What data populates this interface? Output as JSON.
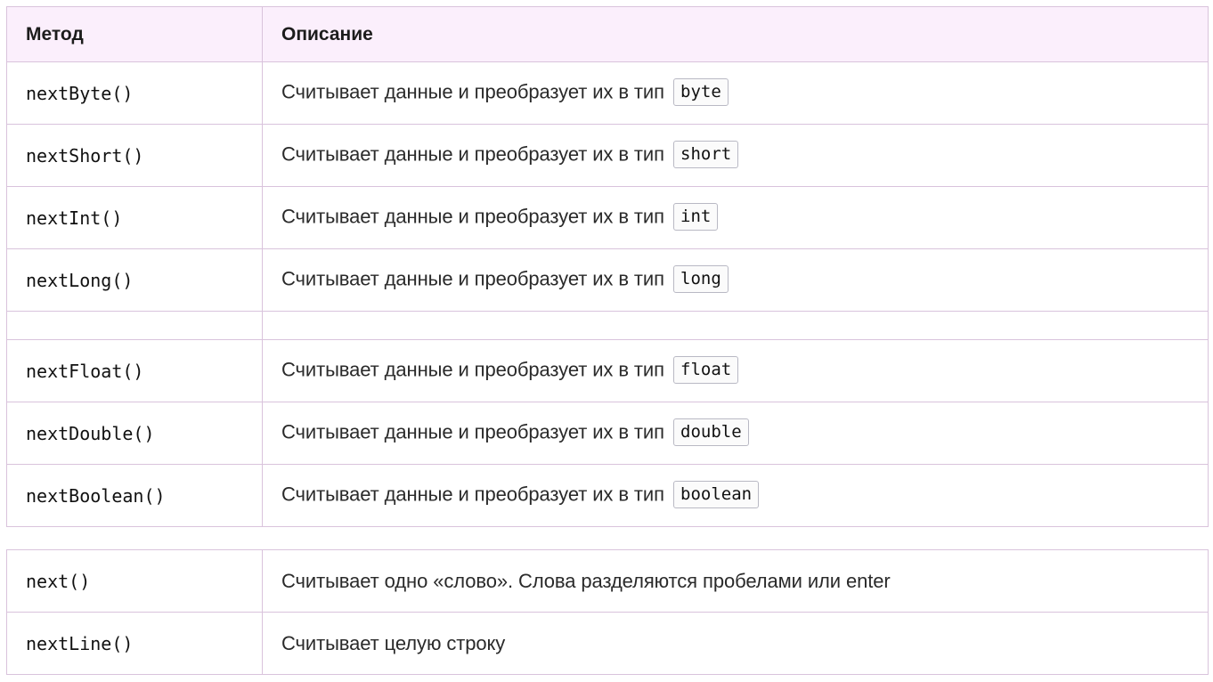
{
  "header": {
    "method_label": "Метод",
    "description_label": "Описание"
  },
  "rows": [
    {
      "method": "nextByte()",
      "desc": "Считывает данные и преобразует их в тип",
      "type": "byte"
    },
    {
      "method": "nextShort()",
      "desc": "Считывает данные и преобразует их в тип",
      "type": "short"
    },
    {
      "method": "nextInt()",
      "desc": "Считывает данные и преобразует их в тип",
      "type": "int"
    },
    {
      "method": "nextLong()",
      "desc": "Считывает данные и преобразует их в тип",
      "type": "long"
    },
    {
      "method": "nextFloat()",
      "desc": "Считывает данные и преобразует их в тип",
      "type": "float"
    },
    {
      "method": "nextDouble()",
      "desc": "Считывает данные и преобразует их в тип",
      "type": "double"
    },
    {
      "method": "nextBoolean()",
      "desc": "Считывает данные и преобразует их в тип",
      "type": "boolean"
    }
  ],
  "extra_rows": [
    {
      "method": "next()",
      "desc": "Считывает одно «слово». Слова разделяются пробелами или enter"
    },
    {
      "method": "nextLine()",
      "desc": "Считывает целую строку"
    }
  ],
  "colors": {
    "header_bg": "#fbeffc",
    "border": "#d9c3dc"
  }
}
